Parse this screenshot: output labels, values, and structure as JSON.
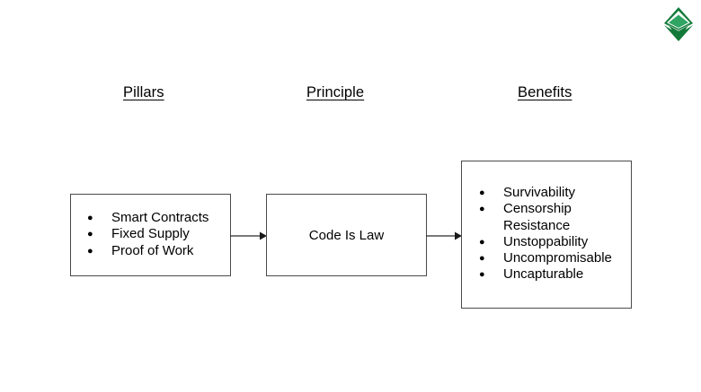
{
  "slide": {
    "background_color": "#ffffff",
    "logo": {
      "icon": "ethereum-classic-logo",
      "color_dark": "#127A39",
      "color_light": "#2FA463"
    },
    "headings": [
      {
        "label": "Pillars"
      },
      {
        "label": "Principle"
      },
      {
        "label": "Benefits"
      }
    ],
    "boxes": {
      "pillars": {
        "items": [
          {
            "text": "Smart Contracts",
            "continuation": false
          },
          {
            "text": "Fixed Supply",
            "continuation": false
          },
          {
            "text": "Proof of Work",
            "continuation": false
          }
        ],
        "bullet_glyph": "●",
        "border_color": "#4a4a4a"
      },
      "principle": {
        "label": "Code Is Law",
        "border_color": "#4a4a4a"
      },
      "benefits": {
        "items": [
          {
            "text": "Survivability",
            "continuation": false
          },
          {
            "text": "Censorship",
            "continuation": false
          },
          {
            "text": "Resistance",
            "continuation": true
          },
          {
            "text": "Unstoppability",
            "continuation": false
          },
          {
            "text": "Uncompromisable",
            "continuation": false
          },
          {
            "text": "Uncapturable",
            "continuation": false
          }
        ],
        "bullet_glyph": "●",
        "border_color": "#4a4a4a"
      }
    },
    "arrows": [
      {
        "name": "arrow-pillars-to-principle",
        "direction": "right"
      },
      {
        "name": "arrow-principle-to-benefits",
        "direction": "right"
      }
    ]
  }
}
